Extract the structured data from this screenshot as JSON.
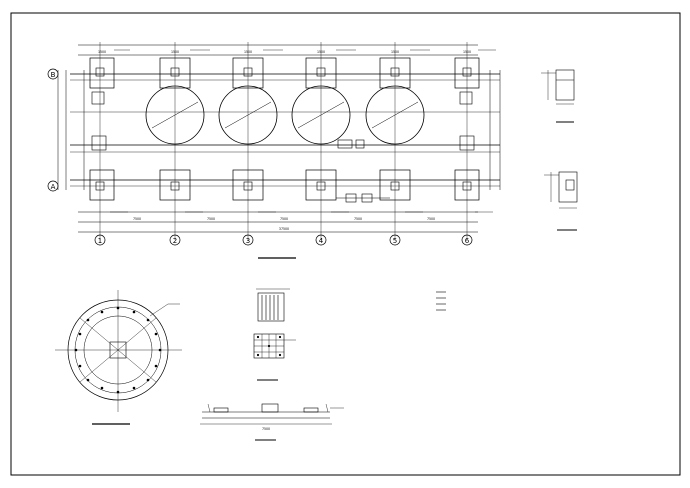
{
  "sheet": {
    "frame": "drawing-sheet"
  },
  "plan": {
    "axes_numbers": [
      "1",
      "2",
      "3",
      "4",
      "5",
      "6"
    ],
    "axes_letters": [
      "A",
      "B"
    ],
    "span_dims": [
      "7500",
      "7500",
      "7500",
      "7500",
      "7500"
    ],
    "total_dim": "37500",
    "pier_dims": [
      "1500",
      "1500",
      "1500",
      "1500",
      "1500",
      "1500"
    ]
  },
  "circle_detail": {},
  "pile_cap_detail": {},
  "beam_section": {
    "dim": "7500"
  },
  "notes_block": {}
}
